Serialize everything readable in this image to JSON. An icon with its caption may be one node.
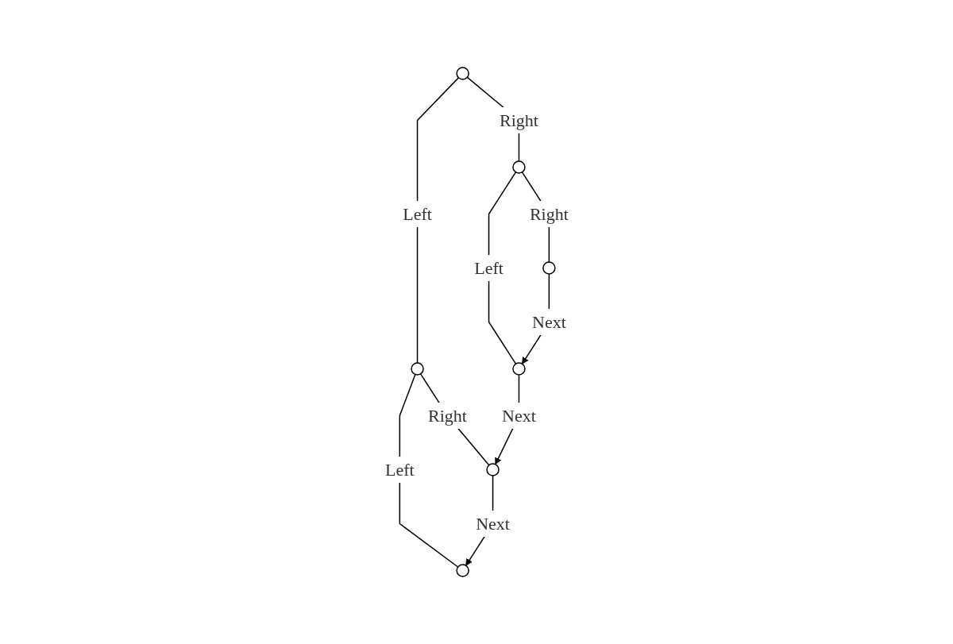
{
  "diagram": {
    "nodes": [
      {
        "text": [],
        "shape": "circle"
      },
      {
        "text": [],
        "shape": "circle"
      },
      {
        "text": [],
        "shape": "circle"
      },
      {
        "text": [],
        "shape": "circle"
      },
      {
        "text": [],
        "shape": "circle"
      },
      {
        "text": [],
        "shape": "circle"
      },
      {
        "text": [],
        "shape": "circle"
      }
    ],
    "edges": [
      {
        "from": 0,
        "to": 1,
        "arrow": "none",
        "label": "Right"
      },
      {
        "from": 0,
        "to": 2,
        "arrow": "none",
        "label": "Left"
      },
      {
        "from": 1,
        "to": 3,
        "arrow": "none",
        "label": "Right"
      },
      {
        "from": 1,
        "to": 4,
        "arrow": "none",
        "label": "Left"
      },
      {
        "from": 2,
        "to": 5,
        "arrow": "none",
        "label": "Right"
      },
      {
        "from": 2,
        "to": 6,
        "arrow": "none",
        "label": "Left"
      },
      {
        "from": 3,
        "to": 4,
        "arrow": "to",
        "label": "Next"
      },
      {
        "from": 4,
        "to": 5,
        "arrow": "to",
        "label": "Next"
      },
      {
        "from": 5,
        "to": 6,
        "arrow": "to",
        "label": "Next"
      }
    ]
  }
}
